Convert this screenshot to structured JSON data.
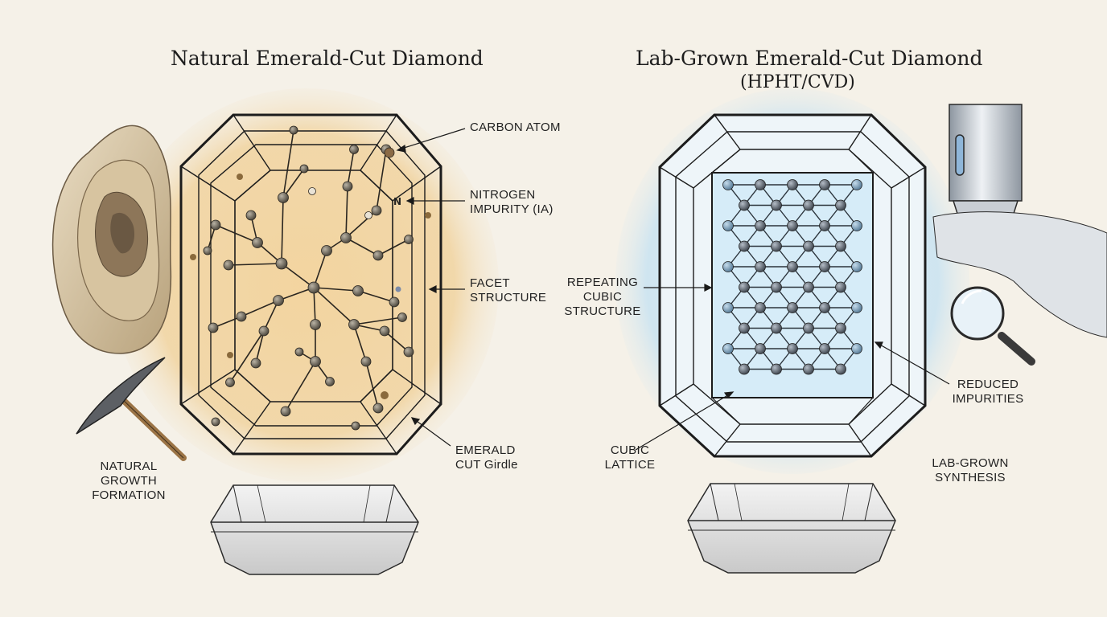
{
  "left_panel": {
    "title": "Natural Emerald-Cut Diamond",
    "labels": {
      "carbon_atom": "CARBON ATOM",
      "nitrogen_line1": "NITROGEN",
      "nitrogen_line2": "IMPURITY (IA)",
      "facet_line1": "FACET",
      "facet_line2": "STRUCTURE",
      "girdle_line1": "EMERALD",
      "girdle_line2": "CUT Girdle",
      "growth_line1": "NATURAL",
      "growth_line2": "GROWTH",
      "growth_line3": "FORMATION"
    },
    "nitrogen_symbol": "N",
    "glow_color": "#efc98a",
    "atom_color": "#6b6458"
  },
  "right_panel": {
    "title": "Lab-Grown Emerald-Cut Diamond",
    "subtitle": "(HPHT/CVD)",
    "labels": {
      "repeating_line1": "REPEATING",
      "repeating_line2": "CUBIC",
      "repeating_line3": "STRUCTURE",
      "lattice_line1": "CUBIC",
      "lattice_line2": "LATTICE",
      "reduced_line1": "REDUCED",
      "reduced_line2": "IMPURITIES",
      "synth_line1": "LAB-GROWN",
      "synth_line2": "SYNTHESIS"
    },
    "glow_color": "#b8dcf2",
    "atom_color": "#5c6570"
  }
}
